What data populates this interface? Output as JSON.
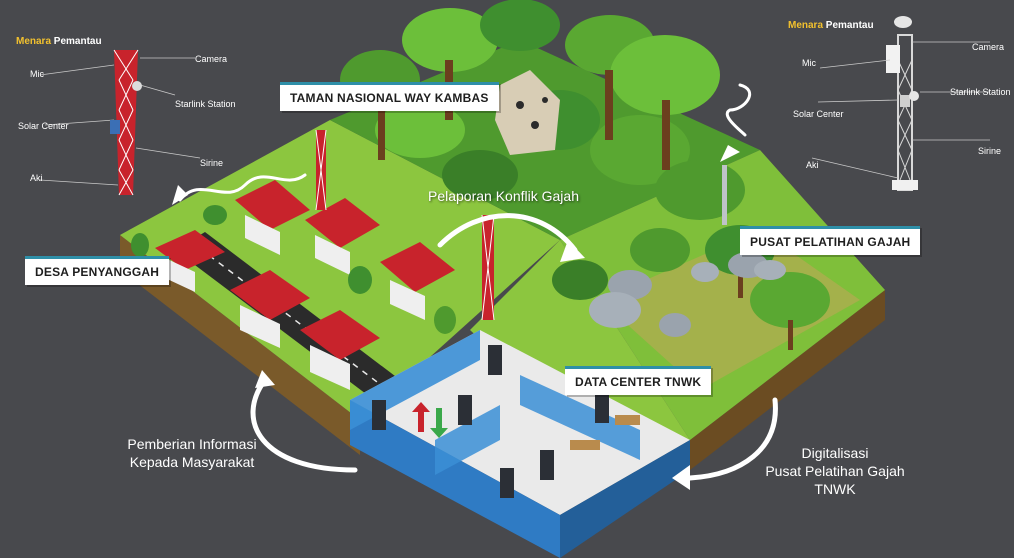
{
  "left_tower": {
    "title_part1": "Menara",
    "title_part2": "Pemantau",
    "mic": "Mic",
    "camera": "Camera",
    "starlink": "Starlink Station",
    "solar": "Solar Center",
    "sirine": "Sirine",
    "aki": "Aki"
  },
  "right_tower": {
    "title_part1": "Menara",
    "title_part2": "Pemantau",
    "mic": "Mic",
    "camera": "Camera",
    "starlink": "Starlink Station",
    "solar": "Solar Center",
    "sirine": "Sirine",
    "aki": "Aki"
  },
  "tags": {
    "taman": "TAMAN NASIONAL WAY KAMBAS",
    "desa": "DESA PENYANGGAH",
    "pusat": "PUSAT PELATIHAN GAJAH",
    "data_center": "DATA CENTER TNWK"
  },
  "conflict_label": "Pelaporan Konflik Gajah",
  "left_caption": {
    "line1": "Pemberian Informasi",
    "line2": "Kepada Masyarakat"
  },
  "right_caption": {
    "line1": "Digitalisasi",
    "line2": "Pusat Pelatihan Gajah",
    "line3": "TNWK"
  },
  "colors": {
    "background": "#48494d",
    "accent_yellow": "#f2c12e",
    "tag_stripe": "#2e8fa8",
    "grass": "#8cc63f",
    "forest": "#3f8f2f",
    "roof": "#c8232c",
    "datacenter_wall": "#3b8fd6"
  }
}
